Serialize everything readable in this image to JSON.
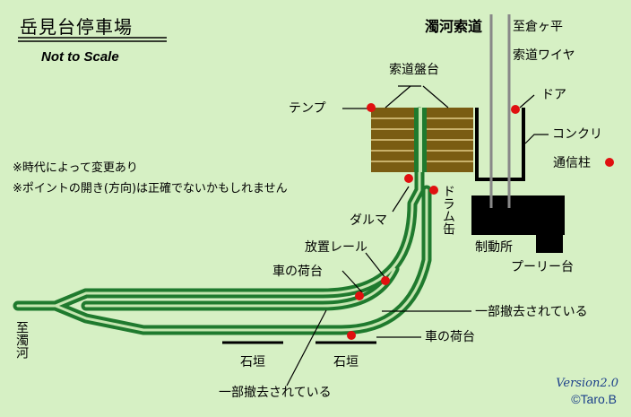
{
  "title": "岳見台停車場",
  "subtitle": "Not to Scale",
  "notes": [
    "※時代によって変更あり",
    "※ポイントの開き(方向)は正確でないかもしれません"
  ],
  "labels": {
    "ropeway": "濁河索道",
    "to_kurumagahira": "至倉ヶ平",
    "cable": "索道ワイヤ",
    "platform": "索道盤台",
    "lamp": "テンプ",
    "door": "ドア",
    "concrete": "コンクリ",
    "pole": "通信柱",
    "dharma": "ダルマ",
    "drum": "ドラム缶",
    "control": "制動所",
    "pulley": "プーリー台",
    "rail": "放置レール",
    "cart1": "車の荷台",
    "removed1": "一部撤去されている",
    "cart2": "車の荷台",
    "wall1": "石垣",
    "wall2": "石垣",
    "removed2": "一部撤去されている",
    "to_nigorigo": "至濁河"
  },
  "version": "Version2.0",
  "copyright": "©Taro.B",
  "colors": {
    "background": "#d6f0c4",
    "track": "#1f7a2e",
    "track_inner": "#c5e6b0",
    "platform": "#7a5c12",
    "marker": "#e01010",
    "credit": "#1b3f8a"
  }
}
